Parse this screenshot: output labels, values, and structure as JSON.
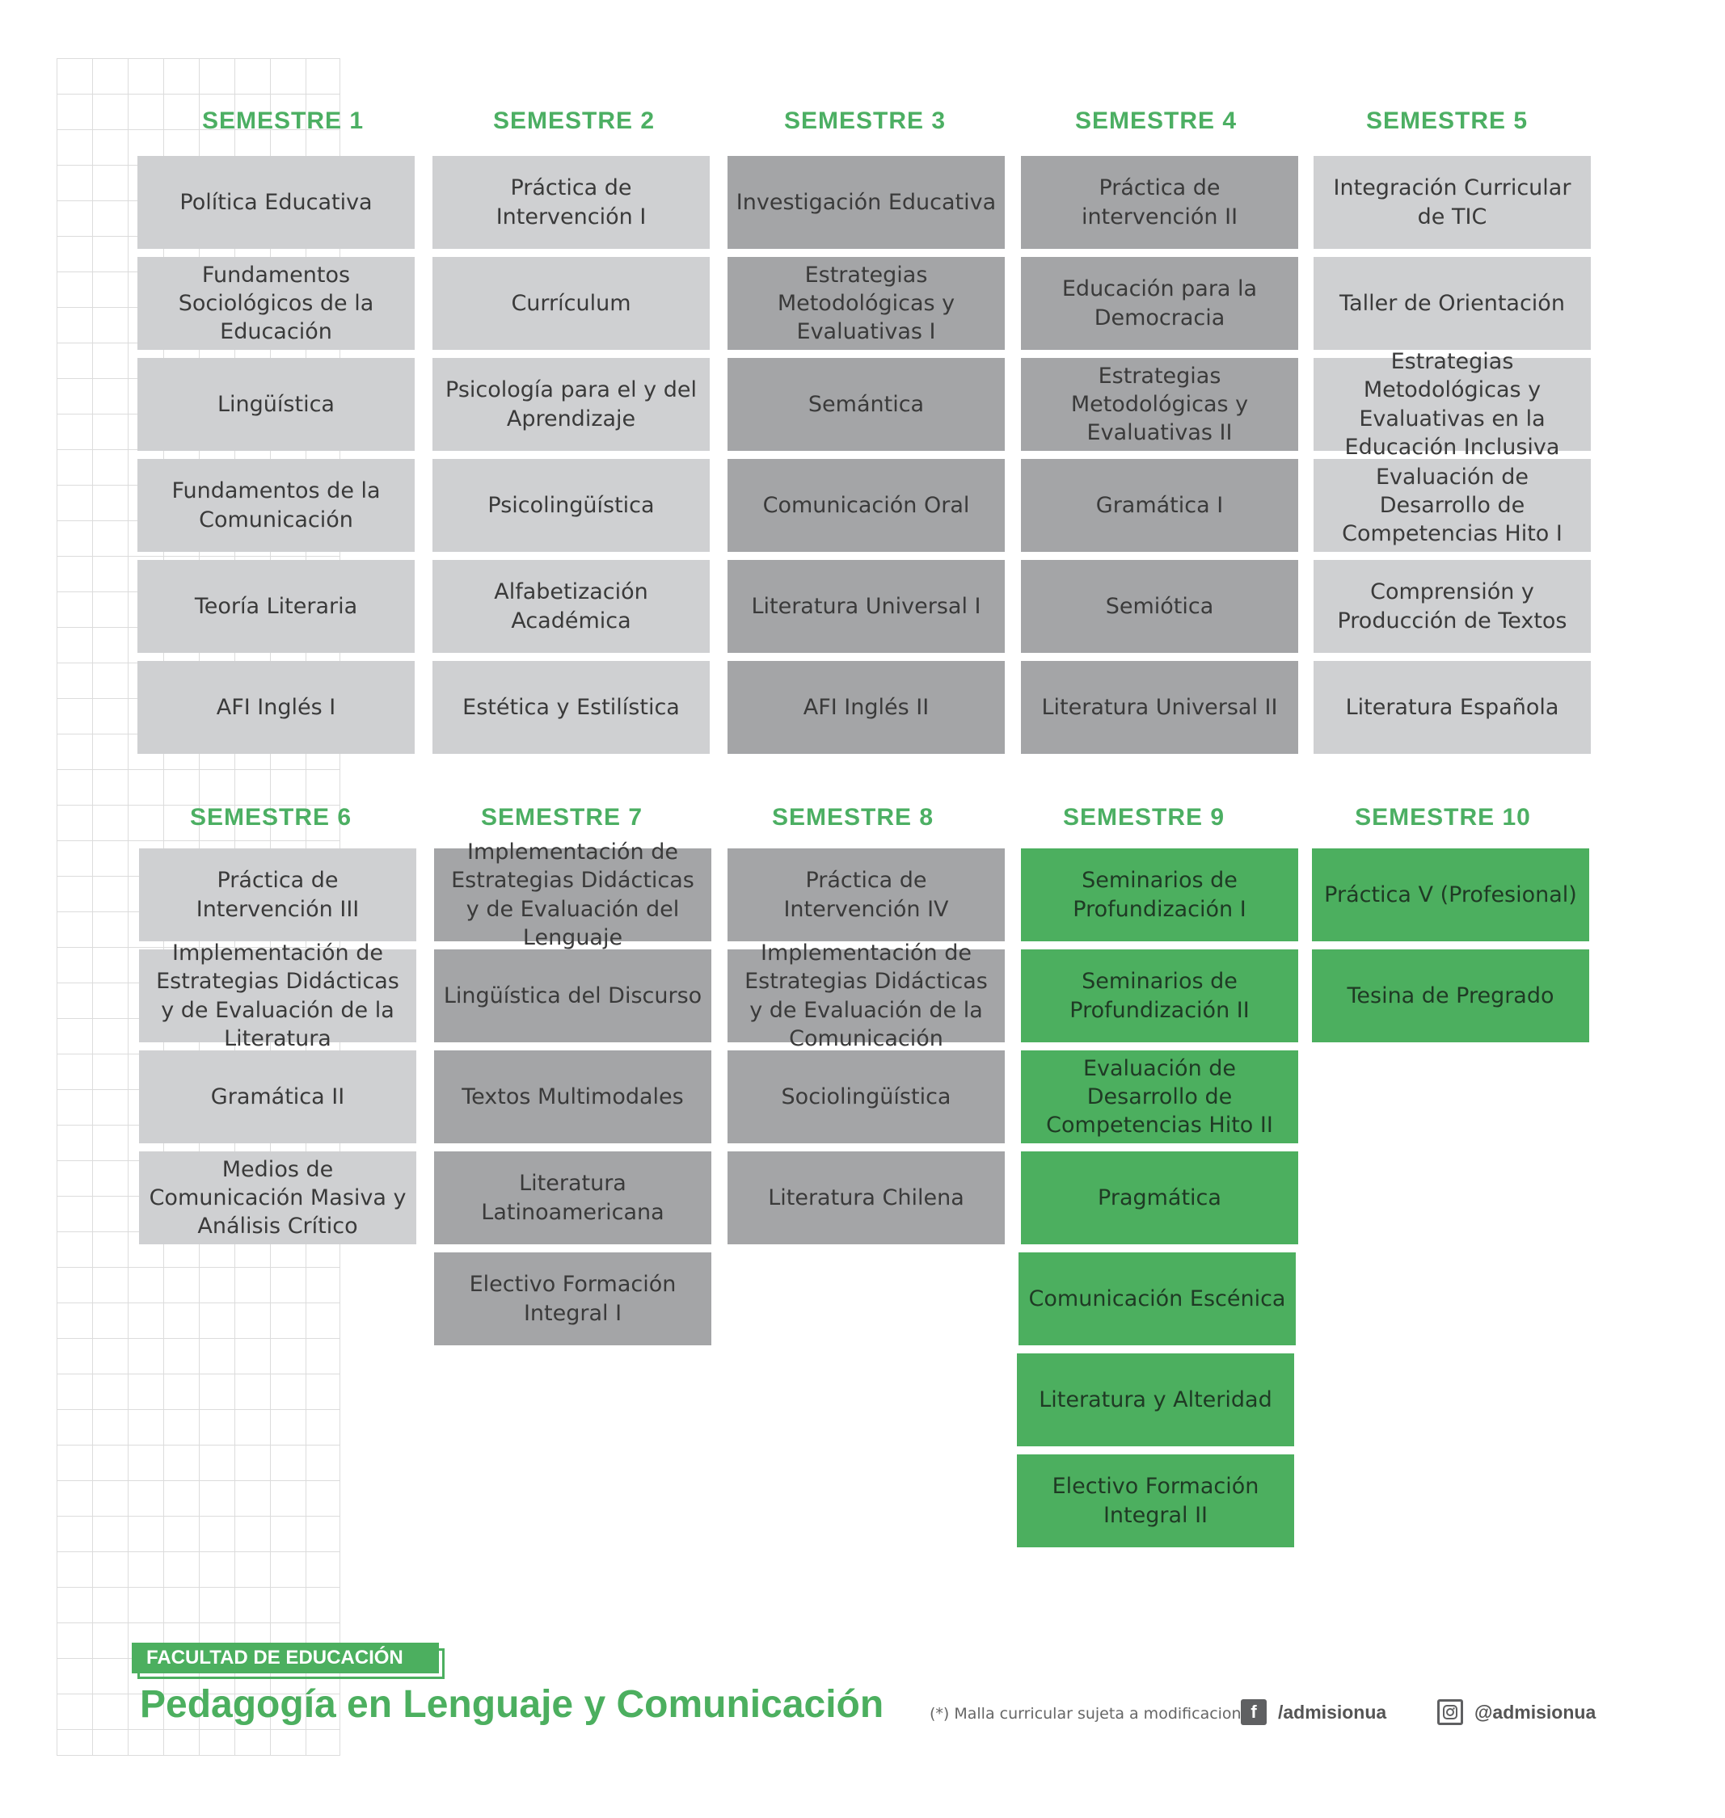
{
  "semesters": [
    {
      "title": "SEMESTRE 1",
      "courses": [
        "Política Educativa",
        "Fundamentos Sociológicos de la Educación",
        "Lingüística",
        "Fundamentos de la Comunicación",
        "Teoría Literaria",
        "AFI Inglés I"
      ]
    },
    {
      "title": "SEMESTRE 2",
      "courses": [
        "Práctica de Intervención I",
        "Currículum",
        "Psicología para el y del Aprendizaje",
        "Psicolingüística",
        "Alfabetización Académica",
        "Estética y Estilística"
      ]
    },
    {
      "title": "SEMESTRE 3",
      "courses": [
        "Investigación Educativa",
        "Estrategias Metodológicas y Evaluativas I",
        "Semántica",
        "Comunicación Oral",
        "Literatura Universal I",
        "AFI Inglés II"
      ]
    },
    {
      "title": "SEMESTRE 4",
      "courses": [
        "Práctica de intervención II",
        "Educación para la Democracia",
        "Estrategias Metodológicas y Evaluativas II",
        "Gramática I",
        "Semiótica",
        "Literatura Universal II"
      ]
    },
    {
      "title": "SEMESTRE 5",
      "courses": [
        "Integración Curricular de TIC",
        "Taller de Orientación",
        "Estrategias Metodológicas y Evaluativas en la Educación Inclusiva",
        "Evaluación de Desarrollo de Competencias Hito I",
        "Comprensión y Producción de Textos",
        "Literatura Española"
      ]
    },
    {
      "title": "SEMESTRE 6",
      "courses": [
        "Práctica de Intervención III",
        "Implementación de Estrategias Didácticas y de Evaluación de la Literatura",
        "Gramática II",
        "Medios de Comunicación Masiva y Análisis Crítico"
      ]
    },
    {
      "title": "SEMESTRE 7",
      "courses": [
        "Implementación de Estrategias Didácticas y de Evaluación del Lenguaje",
        "Lingüística del Discurso",
        "Textos Multimodales",
        "Literatura Latinoamericana",
        "Electivo Formación Integral I"
      ]
    },
    {
      "title": "SEMESTRE 8",
      "courses": [
        "Práctica de Intervención IV",
        "Implementación de Estrategias Didácticas y de Evaluación de la Comunicación",
        "Sociolingüística",
        "Literatura Chilena"
      ]
    },
    {
      "title": "SEMESTRE 9",
      "courses": [
        "Seminarios de Profundización I",
        "Seminarios de Profundización II",
        "Evaluación de Desarrollo de Competencias Hito II",
        "Pragmática",
        "Comunicación Escénica",
        "Literatura y Alteridad",
        "Electivo Formación Integral II"
      ]
    },
    {
      "title": "SEMESTRE 10",
      "courses": [
        "Práctica V (Profesional)",
        "Tesina de Pregrado"
      ]
    }
  ],
  "footer": {
    "faculty": "FACULTAD DE EDUCACIÓN",
    "program": "Pedagogía en  Lenguaje y Comunicación",
    "note": "(*) Malla curricular sujeta a modificaciones",
    "facebook_handle": "/admisionua",
    "instagram_handle": "@admisionua"
  },
  "colors": {
    "accent": "#4caf5f",
    "light_gray": "#cfd0d2",
    "dark_gray": "#a4a5a7"
  }
}
